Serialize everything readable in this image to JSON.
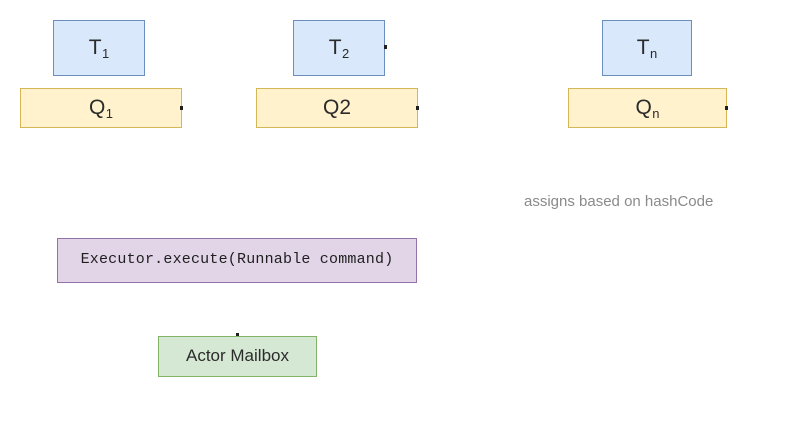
{
  "diagram": {
    "title": "Actor mailbox dispatch diagram",
    "background": "#ffffff",
    "colors": {
      "thread_fill": "#dae8fc",
      "thread_stroke": "#6c8ebf",
      "queue_fill": "#fff2cc",
      "queue_stroke": "#d6b656",
      "executor_fill": "#e1d5e7",
      "executor_stroke": "#9673a6",
      "mailbox_fill": "#d5e8d4",
      "mailbox_stroke": "#82b366",
      "label_text": "#8a8a8a",
      "node_text": "#2b2b2b"
    },
    "threads": [
      {
        "id": "t1",
        "base": "T",
        "sub": "1",
        "sub_style": "subscript"
      },
      {
        "id": "t2",
        "base": "T",
        "sub": "2",
        "sub_style": "subscript"
      },
      {
        "id": "tn",
        "base": "T",
        "sub": "n",
        "sub_style": "subscript"
      }
    ],
    "queues": [
      {
        "id": "q1",
        "base": "Q",
        "sub": "1",
        "sub_style": "subscript"
      },
      {
        "id": "q2",
        "base": "Q",
        "sub": "2",
        "sub_style": "plain"
      },
      {
        "id": "qn",
        "base": "Q",
        "sub": "n",
        "sub_style": "subscript"
      }
    ],
    "executor": {
      "label": "Executor.execute(Runnable command)"
    },
    "mailbox": {
      "label": "Actor Mailbox"
    },
    "annotations": [
      {
        "id": "hashcode-note",
        "text": "assigns based on hashCode"
      }
    ]
  }
}
